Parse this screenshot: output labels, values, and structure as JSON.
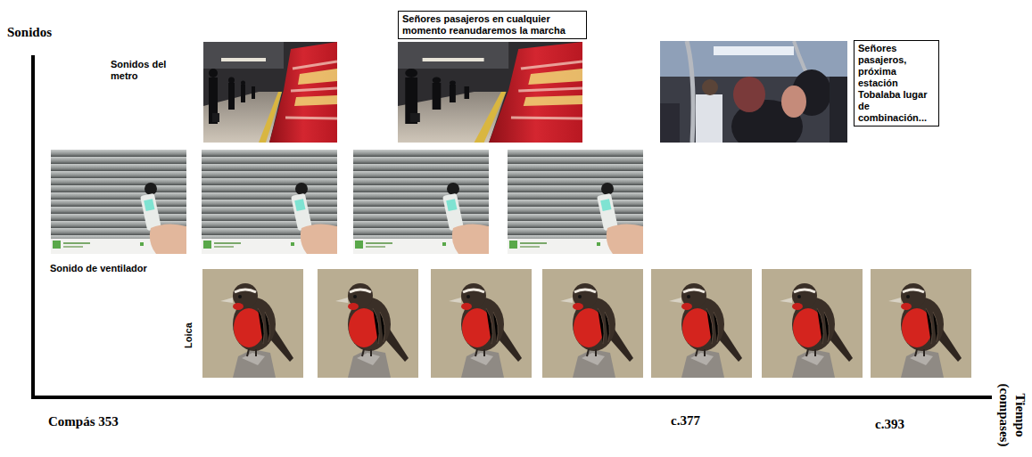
{
  "diagram": {
    "nodes": [
      {
        "text": [
          "Señores pasajeros en cualquier momento reanudaremos la marcha"
        ]
      },
      {
        "text": [
          "Señores pasajeros, próxima estación Tobalaba lugar de combinación..."
        ]
      }
    ],
    "labels": [
      "Sonidos",
      "Sonidos del metro",
      "Sonido de ventilador",
      "Loica",
      "Compás 353",
      "c.377",
      "c.393",
      "Tiempo (compases)"
    ]
  }
}
